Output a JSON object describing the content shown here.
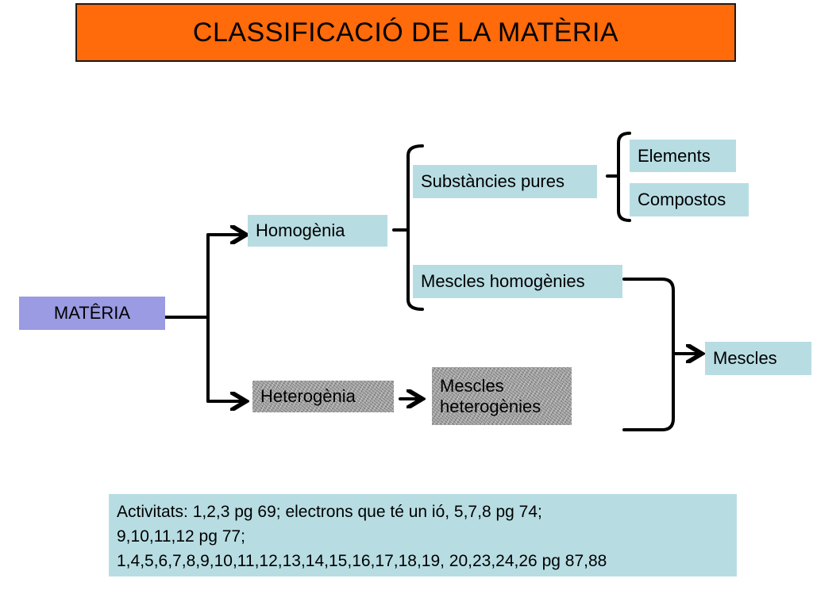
{
  "title": "CLASSIFICACIÓ DE LA MATÈRIA",
  "nodes": {
    "materia": "MATÊRIA",
    "homogenia": "Homogènia",
    "heterogenia": "Heterogènia",
    "substancies_pures": "Substàncies pures",
    "mescles_homogenies": "Mescles homogènies",
    "mescles_heterogenies_line1": "Mescles",
    "mescles_heterogenies_line2": "heterogènies",
    "elements": "Elements",
    "compostos": "Compostos",
    "mescles": "Mescles"
  },
  "activities": {
    "line1": "Activitats: 1,2,3 pg 69; electrons que té un ió, 5,7,8 pg 74;",
    "line2": "9,10,11,12 pg 77;",
    "line3": "1,4,5,6,7,8,9,10,11,12,13,14,15,16,17,18,19, 20,23,24,26 pg 87,88"
  },
  "colors": {
    "title_bg": "#ff6a0a",
    "node_bg": "#b7dde3",
    "materia_bg": "#9a9be2",
    "textured_bg": "#a8a8a8"
  }
}
